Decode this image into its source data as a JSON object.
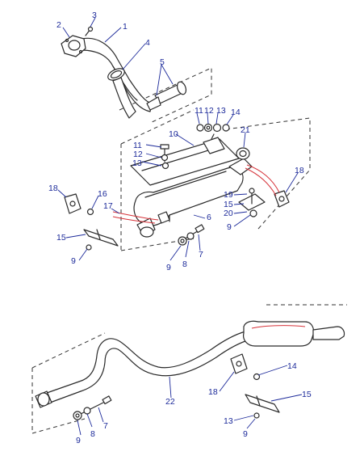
{
  "colors": {
    "callout": "#1c2a9a",
    "leader": "#1c2a9a",
    "highlight": "#d6333a",
    "line": "#2a2a2a"
  },
  "callouts": {
    "c1": "1",
    "c2": "2",
    "c3": "3",
    "c4": "4",
    "c5": "5",
    "c6": "6",
    "c7a": "7",
    "c7b": "7",
    "c8a": "8",
    "c8b": "8",
    "c9a": "9",
    "c9b": "9",
    "c9c": "9",
    "c9d": "9",
    "c10": "10",
    "c11a": "11",
    "c11b": "11",
    "c12a": "12",
    "c12b": "12",
    "c13a": "13",
    "c13b": "13",
    "c13c": "13",
    "c14a": "14",
    "c14b": "14",
    "c15a": "15",
    "c15b": "15",
    "c15c": "15",
    "c16": "16",
    "c17": "17",
    "c18a": "18",
    "c18b": "18",
    "c18c": "18",
    "c19": "19",
    "c20": "20",
    "c21": "21",
    "c22": "22"
  }
}
